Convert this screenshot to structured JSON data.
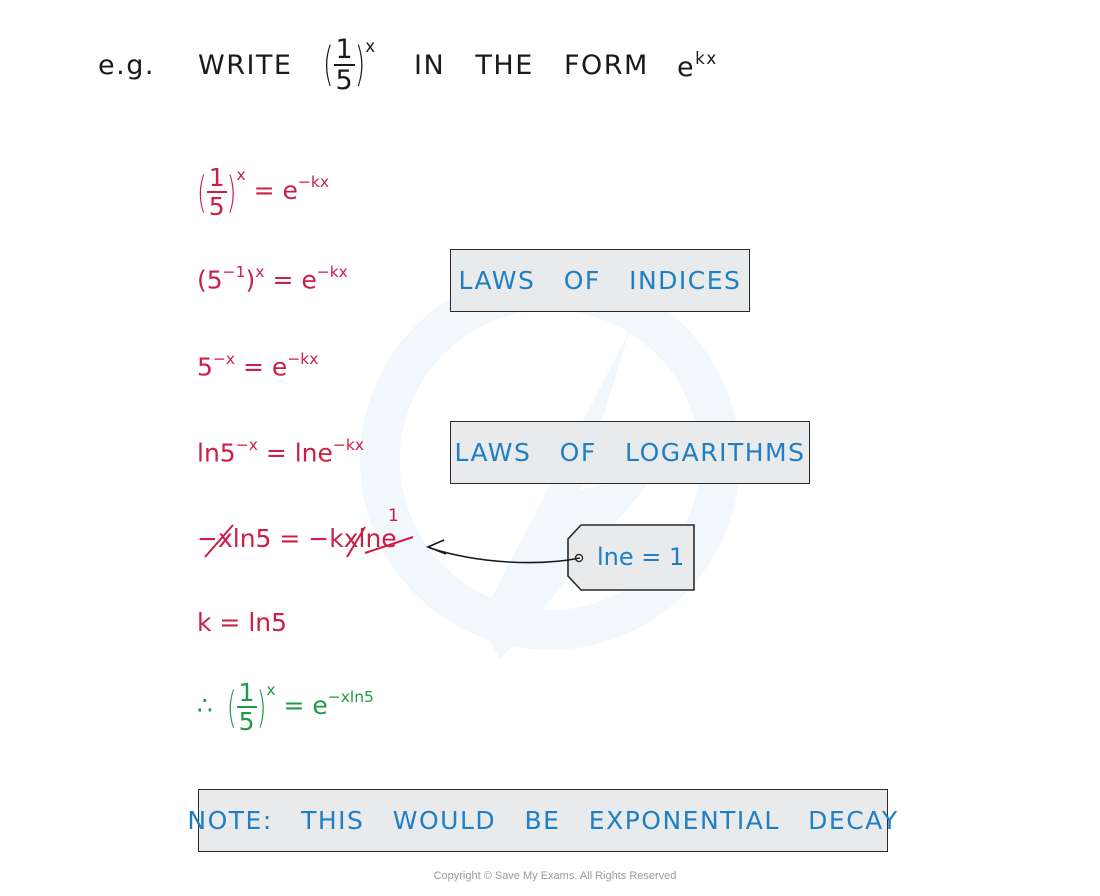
{
  "header": {
    "eg": "e.g.",
    "write": "WRITE",
    "frac_num": "1",
    "frac_den": "5",
    "exp": "x",
    "in_the_form": "IN   THE   FORM",
    "base": "e",
    "form_exp": "kx"
  },
  "steps": {
    "s1_num": "1",
    "s1_den": "5",
    "s1_exp": "x",
    "s1_rhs": "= e",
    "s1_rhs_exp": "−kx",
    "s2_lhs": "(5",
    "s2_inner_exp": "−1",
    "s2_close": ")",
    "s2_exp": "x",
    "s2_rhs": "= e",
    "s2_rhs_exp": "−kx",
    "s3_lhs": "5",
    "s3_exp": "−x",
    "s3_rhs": "= e",
    "s3_rhs_exp": "−kx",
    "s4_lhs": "ln5",
    "s4_exp": "−x",
    "s4_rhs": "= lne",
    "s4_rhs_exp": "−kx",
    "s5_minus": "−",
    "s5_x": "x",
    "s5_mid": "ln5 = −k",
    "s5_x2": "x",
    "s5_lne": "lne",
    "s5_one": "1",
    "s6": "k = ln5",
    "s7_therefore": "∴",
    "s7_num": "1",
    "s7_den": "5",
    "s7_exp": "x",
    "s7_rhs": "= e",
    "s7_rhs_exp": "−xln5"
  },
  "boxes": {
    "indices": "LAWS   OF   INDICES",
    "logs": "LAWS   OF   LOGARITHMS",
    "tag": "lne = 1",
    "note": "NOTE:   THIS   WOULD   BE   EXPONENTIAL   DECAY"
  },
  "footer": {
    "copyright": "Copyright © Save My Exams. All Rights Reserved"
  },
  "colors": {
    "red": "#cc1f48",
    "green": "#1e9a48",
    "blue": "#1f7fc4",
    "box_bg": "#e8eaec"
  }
}
